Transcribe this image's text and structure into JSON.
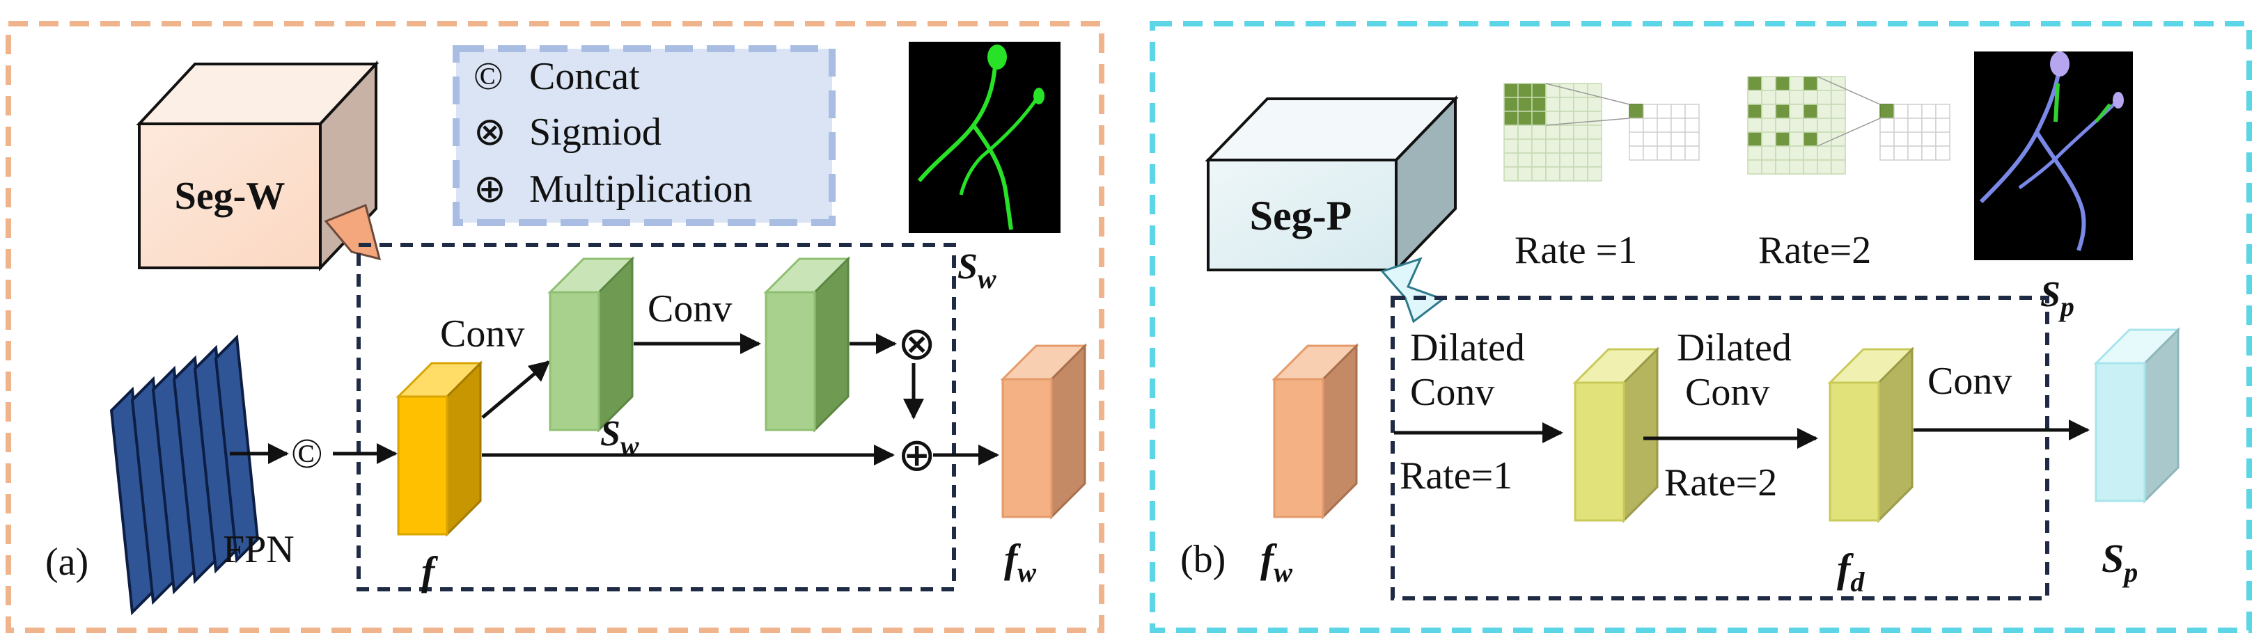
{
  "panel_a": {
    "tag": "(a)",
    "module_box": "Seg-W",
    "legend": {
      "concat_symbol": "©",
      "concat": "Concat",
      "sigmoid_symbol": "⊗",
      "sigmoid": "Sigmiod",
      "mult_symbol": "⊕",
      "multiplication": "Multiplication"
    },
    "fpn_label": "FPN",
    "concat_symbol": "©",
    "f_label": "f",
    "conv1": "Conv",
    "conv2": "Conv",
    "sw_main": "S",
    "sw_sub": "w",
    "sw_thumb_main": "S",
    "sw_thumb_sub": "w",
    "sigmoid_op": "⊗",
    "mult_op": "⊕",
    "fw_main": "f",
    "fw_sub": "w"
  },
  "panel_b": {
    "tag": "(b)",
    "module_box": "Seg-P",
    "fw_main": "f",
    "fw_sub": "w",
    "rate1_caption": "Rate =1",
    "rate2_caption": "Rate=2",
    "sp_thumb_main": "S",
    "sp_thumb_sub": "p",
    "dilated1_line1": "Dilated",
    "dilated1_line2": "Conv",
    "dilated1_rate": "Rate=1",
    "dilated2_line1": "Dilated",
    "dilated2_line2": "Conv",
    "dilated2_rate": "Rate=2",
    "conv": "Conv",
    "fd_main": "f",
    "fd_sub": "d",
    "sp_main": "S",
    "sp_sub": "p"
  },
  "colors": {
    "panel_a_border": "#f0b48c",
    "panel_b_border": "#5cd6e6",
    "fpn_blue": "#2f5597",
    "f_orange": "#ffc000",
    "green_block": "#a9d18e",
    "salmon_block": "#f4b183",
    "yellow_block": "#e2e27a",
    "cyan_block": "#c9f1f5"
  }
}
